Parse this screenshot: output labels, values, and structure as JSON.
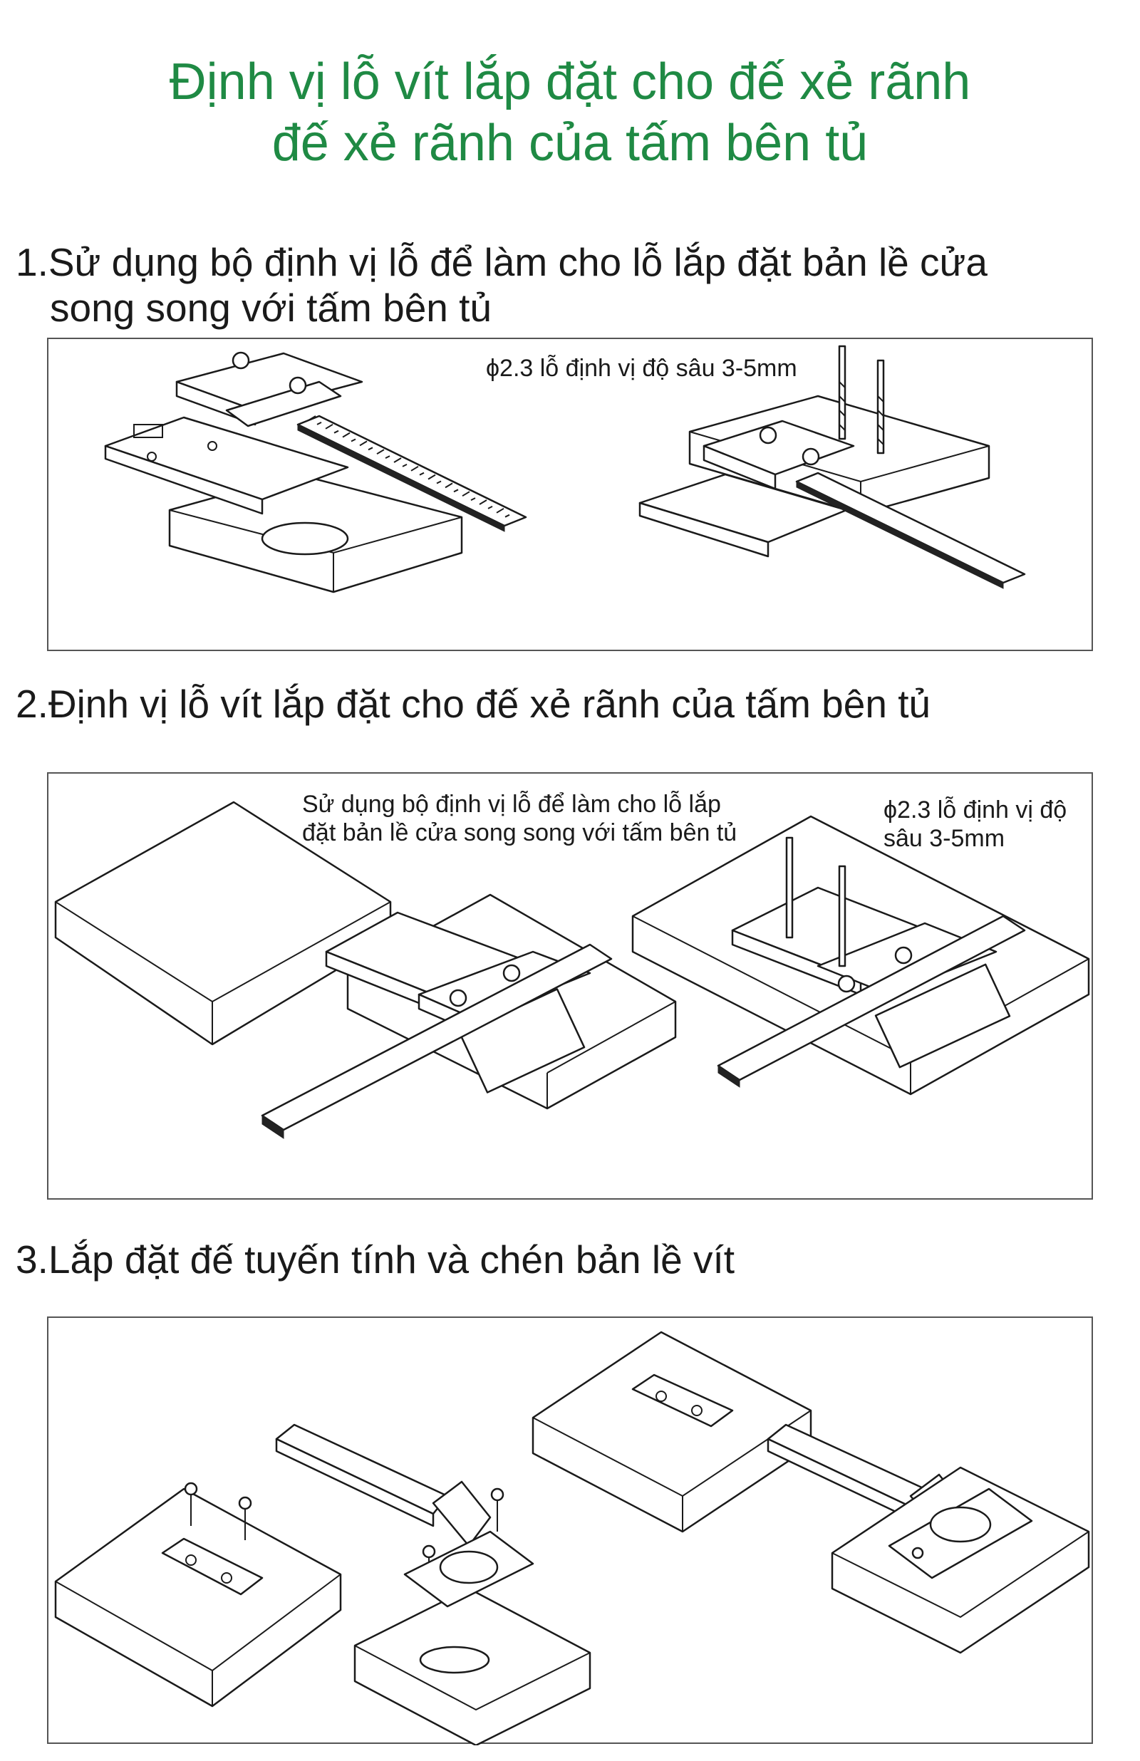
{
  "title": {
    "line1": "Định vị lỗ vít lắp đặt cho đế xẻ rãnh",
    "line2": "đế xẻ rãnh của tấm bên tủ"
  },
  "steps": [
    {
      "heading_line1": "1.Sử dụng bộ định vị lỗ để làm cho lỗ lắp đặt bản lề cửa",
      "heading_line2": "song song với tấm bên tủ",
      "notes": [
        "ϕ2.3 lỗ định vị độ sâu 3-5mm"
      ]
    },
    {
      "heading_line1": "2.Định vị lỗ vít lắp đặt cho đế xẻ rãnh của tấm bên tủ",
      "notes": [
        "Sử dụng bộ định vị lỗ để làm cho lỗ lắp",
        "đặt bản lề cửa song song với tấm bên tủ",
        "ϕ2.3 lỗ định vị độ",
        "sâu 3-5mm"
      ]
    },
    {
      "heading_line1": "3.Lắp đặt đế tuyến tính và chén bản lề vít",
      "notes": []
    }
  ],
  "colors": {
    "title": "#1f8a44",
    "text": "#1a1a1a",
    "panel_border": "#555555"
  }
}
